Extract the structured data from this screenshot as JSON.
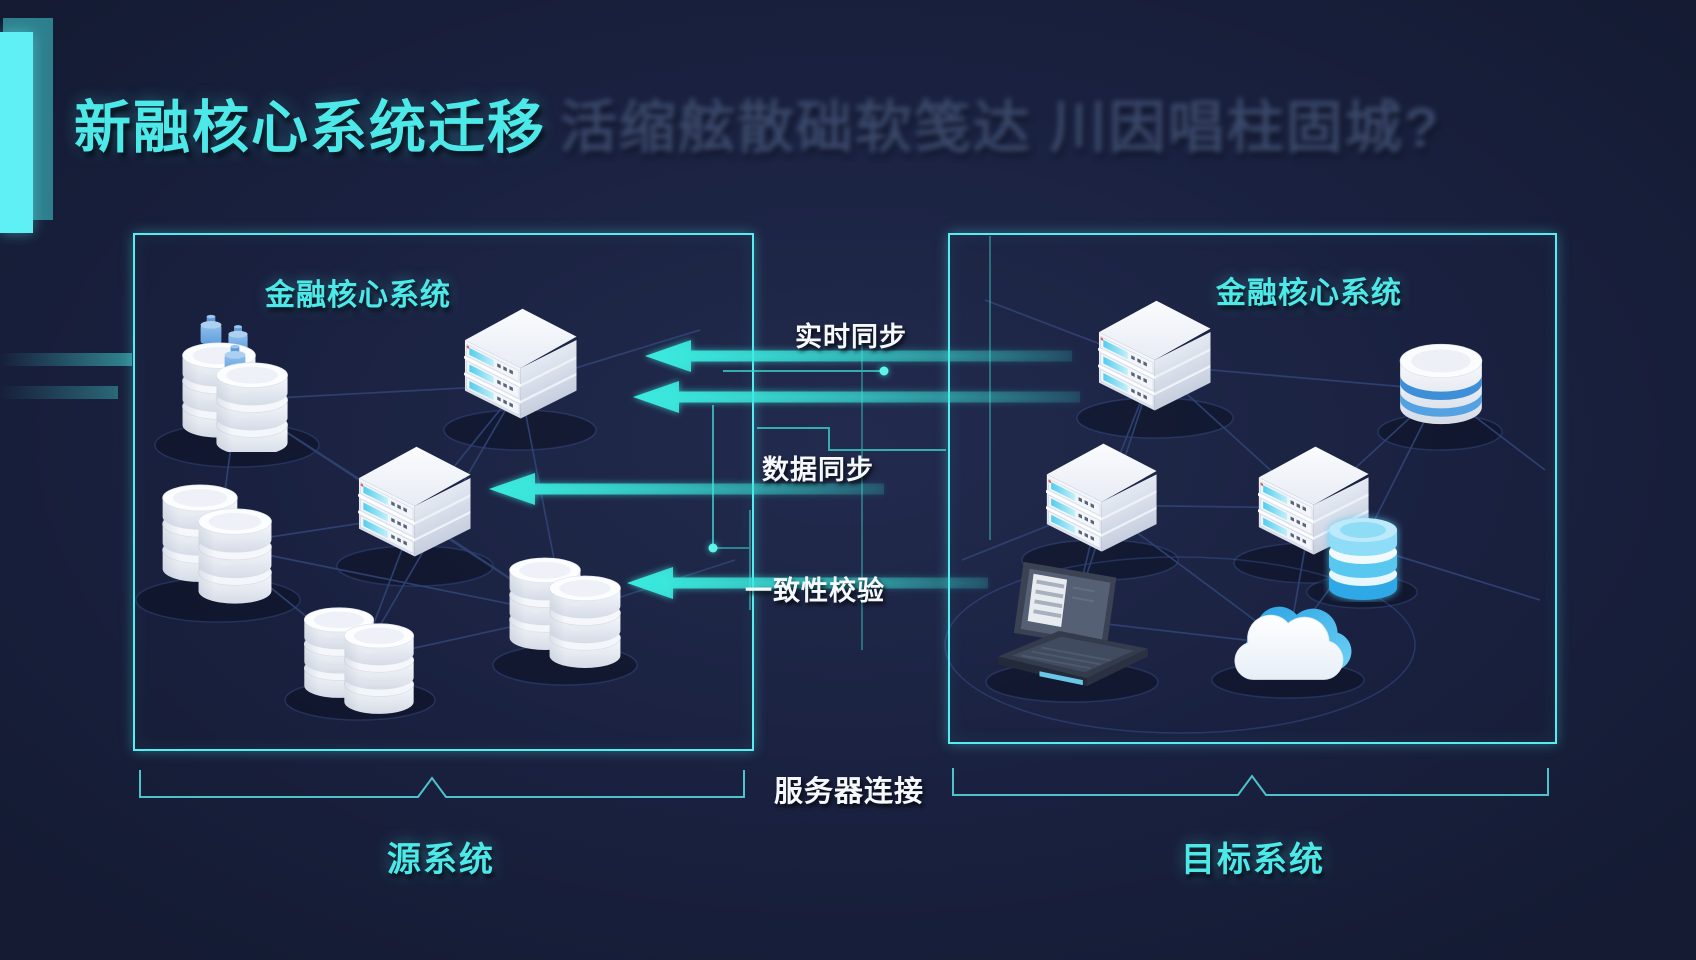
{
  "page": {
    "background": "#1A2140",
    "accent_cyan": "#4DE9E8",
    "arrow_cyan": "#35E2D8",
    "mesh_blue": "#2F4273",
    "label_white": "#F5F8FC",
    "box_border": "#55EEF0"
  },
  "header": {
    "title": "新融核心系统迁移",
    "ghost_title": "活缩舷散础软笺达 川因唱柱固城?"
  },
  "panels": {
    "source": {
      "title": "金融核心系统",
      "caption": "源系统",
      "nodes": [
        {
          "icon": "database-cluster-capped-icon"
        },
        {
          "icon": "server-stack-icon"
        },
        {
          "icon": "database-cluster-icon"
        },
        {
          "icon": "server-stack-icon"
        },
        {
          "icon": "database-cluster-icon"
        },
        {
          "icon": "database-cluster-icon"
        }
      ]
    },
    "target": {
      "title": "金融核心系统",
      "caption": "目标系统",
      "nodes": [
        {
          "icon": "server-stack-icon"
        },
        {
          "icon": "striped-database-icon"
        },
        {
          "icon": "server-stack-icon"
        },
        {
          "icon": "server-stack-icon"
        },
        {
          "icon": "laptop-icon"
        },
        {
          "icon": "cloud-icon"
        },
        {
          "icon": "glow-database-icon"
        }
      ]
    }
  },
  "flows": [
    {
      "label": "实时同步",
      "arrows": 2,
      "direction": "right-to-left"
    },
    {
      "label": "数据同步",
      "arrows": 1,
      "direction": "right-to-left"
    },
    {
      "label": "一致性校验",
      "arrows": 1,
      "direction": "right-to-left"
    }
  ],
  "footer": {
    "connection_label": "服务器连接"
  }
}
